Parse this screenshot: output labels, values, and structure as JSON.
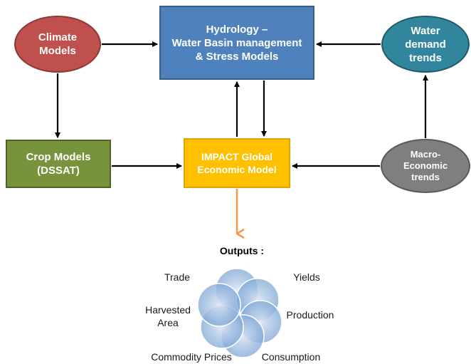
{
  "nodes": {
    "climate": "Climate\nModels",
    "hydrology": "Hydrology –\nWater Basin management\n& Stress Models",
    "water": "Water\ndemand\ntrends",
    "crop": "Crop Models\n(DSSAT)",
    "impact": "IMPACT Global\nEconomic Model",
    "macro": "Macro-\nEconomic\ntrends"
  },
  "outputs": {
    "title": "Outputs :",
    "trade": "Trade",
    "yields": "Yields",
    "harvested": "Harvested\nArea",
    "production": "Production",
    "commodity": "Commodity  Prices",
    "consumption": "Consumption"
  },
  "colors": {
    "climate": "#c0504d",
    "hydrology": "#4f81bd",
    "water": "#31859c",
    "crop": "#77933c",
    "impact": "#ffc000",
    "macro": "#7f7f7f",
    "output_arrow": "#f79646",
    "petals": "#95b3d7"
  }
}
